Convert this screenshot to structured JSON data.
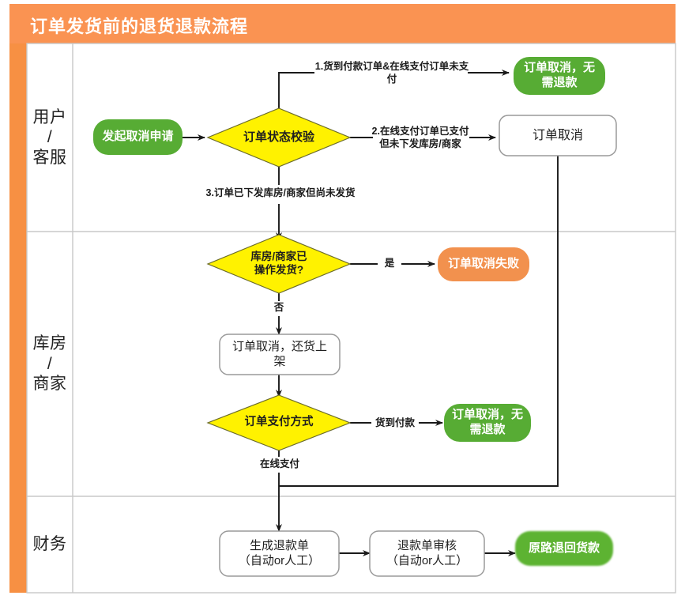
{
  "header": {
    "title": "订单发货前的退货退款流程",
    "bg_color": "#FA9352",
    "text_color": "#FFFFFF"
  },
  "palette": {
    "orange_frame": "#F79646",
    "green_node": "#57AC34",
    "orange_node": "#F2914E",
    "yellow_decision": "#FFF200",
    "box_border": "#9a9a9a",
    "grid_line": "#c8c8c8",
    "line": "#1a1a1a"
  },
  "lanes": [
    {
      "id": "lane-user",
      "label": "用户\n/\n客服"
    },
    {
      "id": "lane-warehouse",
      "label": "库房\n/\n商家"
    },
    {
      "id": "lane-finance",
      "label": "财务"
    }
  ],
  "nodes": {
    "start_cancel_request": {
      "text": "发起取消申请",
      "shape": "rounded-pill",
      "fill": "green"
    },
    "order_status_check": {
      "text": "订单状态校验",
      "shape": "diamond",
      "fill": "yellow"
    },
    "cancel_no_refund_1": {
      "text": "订单取消，无\n需退款",
      "shape": "rounded-pill",
      "fill": "green"
    },
    "order_cancelled": {
      "text": "订单取消",
      "shape": "rounded-box",
      "fill": "white"
    },
    "shipped_decision": {
      "text": "库房/商家已\n操作发货?",
      "shape": "diamond",
      "fill": "yellow"
    },
    "cancel_failed": {
      "text": "订单取消失败",
      "shape": "rounded-pill",
      "fill": "orange"
    },
    "cancel_restock": {
      "text": "订单取消，还货上\n架",
      "shape": "rounded-box",
      "fill": "white"
    },
    "payment_method": {
      "text": "订单支付方式",
      "shape": "diamond",
      "fill": "yellow"
    },
    "cancel_no_refund_2": {
      "text": "订单取消，无\n需退款",
      "shape": "rounded-pill",
      "fill": "green"
    },
    "create_refund_order": {
      "text": "生成退款单\n（自动or人工）",
      "shape": "rounded-box",
      "fill": "white"
    },
    "audit_refund_order": {
      "text": "退款单审核\n（自动or人工）",
      "shape": "rounded-box",
      "fill": "white"
    },
    "refund_original_route": {
      "text": "原路退回货款",
      "shape": "rounded-pill",
      "fill": "green"
    }
  },
  "edge_labels": {
    "branch_1": "1.货到付款订单&在线支付订单未支付",
    "branch_2": "2.在线支付订单已支付\n但未下发库房/商家",
    "branch_3": "3.订单已下发库房/商家但尚未发货",
    "shipped_yes": "是",
    "shipped_no": "否",
    "pay_cod": "货到付款",
    "pay_online": "在线支付"
  },
  "chart_data": {
    "type": "diagram",
    "title": "订单发货前的退货退款流程",
    "swimlanes": [
      "用户 / 客服",
      "库房 / 商家",
      "财务"
    ],
    "steps": [
      {
        "lane": "用户 / 客服",
        "node": "发起取消申请",
        "type": "start"
      },
      {
        "lane": "用户 / 客服",
        "node": "订单状态校验",
        "type": "decision"
      },
      {
        "lane": "用户 / 客服",
        "node": "订单取消，无需退款",
        "type": "end"
      },
      {
        "lane": "用户 / 客服",
        "node": "订单取消",
        "type": "process"
      },
      {
        "lane": "库房 / 商家",
        "node": "库房/商家已操作发货?",
        "type": "decision"
      },
      {
        "lane": "库房 / 商家",
        "node": "订单取消失败",
        "type": "end"
      },
      {
        "lane": "库房 / 商家",
        "node": "订单取消，还货上架",
        "type": "process"
      },
      {
        "lane": "库房 / 商家",
        "node": "订单支付方式",
        "type": "decision"
      },
      {
        "lane": "库房 / 商家",
        "node": "订单取消，无需退款",
        "type": "end"
      },
      {
        "lane": "财务",
        "node": "生成退款单（自动or人工）",
        "type": "process"
      },
      {
        "lane": "财务",
        "node": "退款单审核（自动or人工）",
        "type": "process"
      },
      {
        "lane": "财务",
        "node": "原路退回货款",
        "type": "end"
      }
    ],
    "edges": [
      {
        "from": "发起取消申请",
        "to": "订单状态校验",
        "label": ""
      },
      {
        "from": "订单状态校验",
        "to": "订单取消，无需退款",
        "label": "1.货到付款订单&在线支付订单未支付"
      },
      {
        "from": "订单状态校验",
        "to": "订单取消",
        "label": "2.在线支付订单已支付但未下发库房/商家"
      },
      {
        "from": "订单状态校验",
        "to": "库房/商家已操作发货?",
        "label": "3.订单已下发库房/商家但尚未发货"
      },
      {
        "from": "库房/商家已操作发货?",
        "to": "订单取消失败",
        "label": "是"
      },
      {
        "from": "库房/商家已操作发货?",
        "to": "订单取消，还货上架",
        "label": "否"
      },
      {
        "from": "订单取消，还货上架",
        "to": "订单支付方式",
        "label": ""
      },
      {
        "from": "订单支付方式",
        "to": "订单取消，无需退款",
        "label": "货到付款"
      },
      {
        "from": "订单支付方式",
        "to": "生成退款单（自动or人工）",
        "label": "在线支付"
      },
      {
        "from": "订单取消",
        "to": "生成退款单（自动or人工）",
        "label": ""
      },
      {
        "from": "生成退款单（自动or人工）",
        "to": "退款单审核（自动or人工）",
        "label": ""
      },
      {
        "from": "退款单审核（自动or人工）",
        "to": "原路退回货款",
        "label": ""
      }
    ]
  }
}
